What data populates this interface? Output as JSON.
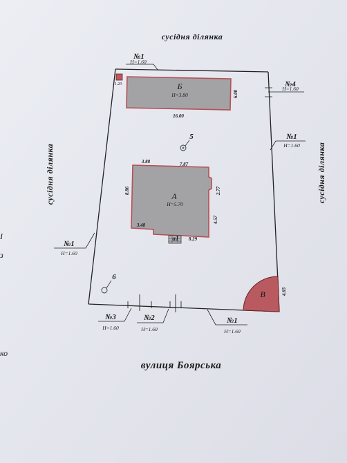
{
  "plan": {
    "street_label": "вулиця Боярська",
    "neighbor_top": "сусідня ділянка",
    "neighbor_left": "сусідня ділянка",
    "neighbor_right": "сусідня ділянка",
    "fences": {
      "top_left": {
        "number": "№1",
        "height": "Н=1.60"
      },
      "right_top": {
        "number": "№4",
        "height": "Н=1.60"
      },
      "right_middle": {
        "number": "№1",
        "height": "Н=1.60"
      },
      "left": {
        "number": "№1",
        "height": "Н=1.60"
      },
      "bottom_3": {
        "number": "№3",
        "height": "Н=1.60"
      },
      "bottom_2": {
        "number": "№2",
        "height": "Н=1.60"
      },
      "bottom_1": {
        "number": "№1",
        "height": "Н=1.60"
      }
    },
    "building_b": {
      "letter": "Б",
      "height": "Н=3.80",
      "length": "16.00",
      "width": "6.00"
    },
    "building_a": {
      "letter": "А",
      "height": "Н=5.70",
      "dims": {
        "top_left": "3.88",
        "top_right": "7.87",
        "left": "8.86",
        "right_upper": "2.77",
        "right_lower": "4.57",
        "bottom_left": "3.48",
        "bottom_right": "8.29"
      },
      "porch_label": "а1"
    },
    "corner_small_dim": "1.20",
    "corner_b": {
      "letter": "В",
      "dim": "4.65"
    },
    "markers": {
      "well_5": "5",
      "point_6": "6"
    },
    "margin_fragments": [
      "I",
      "з",
      "ко"
    ]
  }
}
